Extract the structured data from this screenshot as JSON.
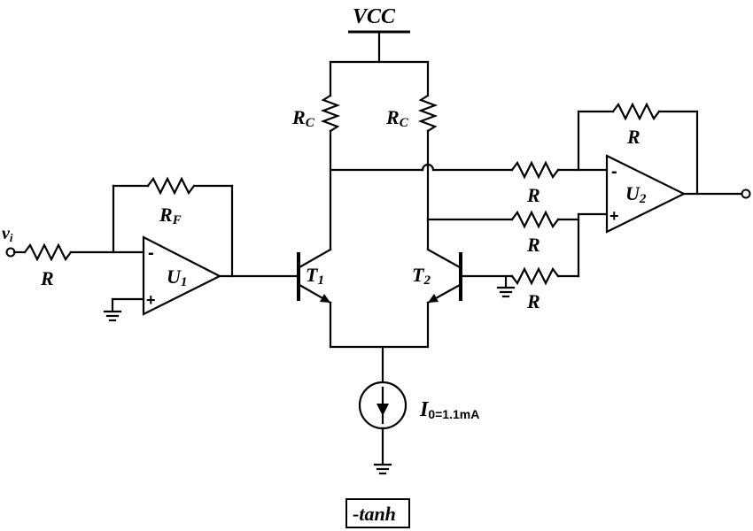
{
  "supply": {
    "vcc": "VCC"
  },
  "input": {
    "vi_main": "v",
    "vi_sub": "i"
  },
  "resistors": {
    "r_input": "R",
    "rf_main": "R",
    "rf_sub": "F",
    "rc_left_main": "R",
    "rc_left_sub": "C",
    "rc_right_main": "R",
    "rc_right_sub": "C",
    "r_feedback_u2": "R",
    "r_u2_minus": "R",
    "r_u2_plus": "R",
    "r_u2_ground": "R"
  },
  "opamps": {
    "u1_main": "U",
    "u1_sub": "1",
    "u2_main": "U",
    "u2_sub": "2",
    "minus": "-",
    "plus": "+"
  },
  "transistors": {
    "t1_main": "T",
    "t1_sub": "1",
    "t2_main": "T",
    "t2_sub": "2"
  },
  "current_source": {
    "main": "I",
    "sub": "0=1.1mA"
  },
  "function_label": "-tanh"
}
